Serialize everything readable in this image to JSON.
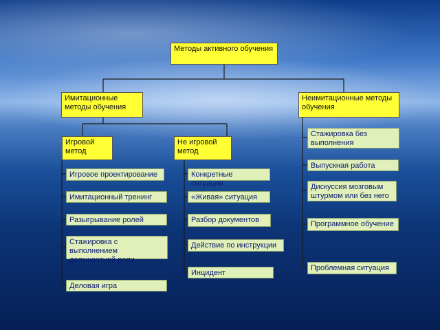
{
  "root": "Методы активного обучения",
  "branch_imit": "Имитационные методы обучения",
  "branch_neimit": "Неимитационные методы обучения",
  "sub_game": "Игровой метод",
  "sub_nongame": "Не игровой метод",
  "game_items": [
    "Игровое проектирование",
    "Имитационный тренинг",
    "Разыгрывание ролей",
    "Стажировка с выполнением должностной роли",
    "Деловая игра"
  ],
  "nongame_items": [
    "Конкретные ситуации",
    "«Живая» ситуация",
    "Разбор документов",
    "Действие по инструкции",
    "Инцидент"
  ],
  "neimit_items": [
    "Стажировка без выполнения",
    "Выпускная работа",
    "Дискуссия мозговым штурмом или без него",
    "Программное обучение",
    "Проблемная ситуация"
  ]
}
